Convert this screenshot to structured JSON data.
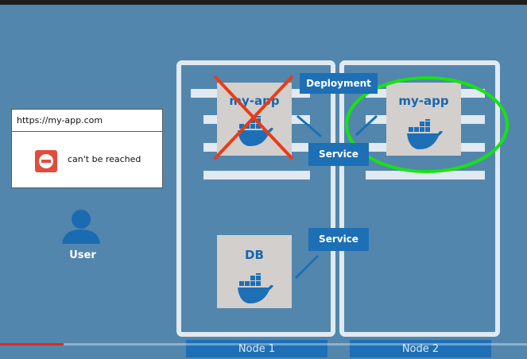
{
  "browser": {
    "url": "https://my-app.com",
    "error_message": "can't be reached"
  },
  "user": {
    "label": "User"
  },
  "nodes": [
    {
      "label": "Node 1"
    },
    {
      "label": "Node 2"
    }
  ],
  "pods": {
    "failed_app": {
      "title": "my-app",
      "status": "crossed-out"
    },
    "healthy_app": {
      "title": "my-app",
      "status": "highlighted"
    },
    "database": {
      "title": "DB"
    }
  },
  "tags": {
    "deployment": "Deployment",
    "app_service": "Service",
    "db_service": "Service"
  },
  "video": {
    "progress": 0.12
  },
  "colors": {
    "background": "#5286ad",
    "accent_blue": "#1d6fb6",
    "cross_red": "#ea3b17",
    "highlight_green": "#17e313"
  }
}
